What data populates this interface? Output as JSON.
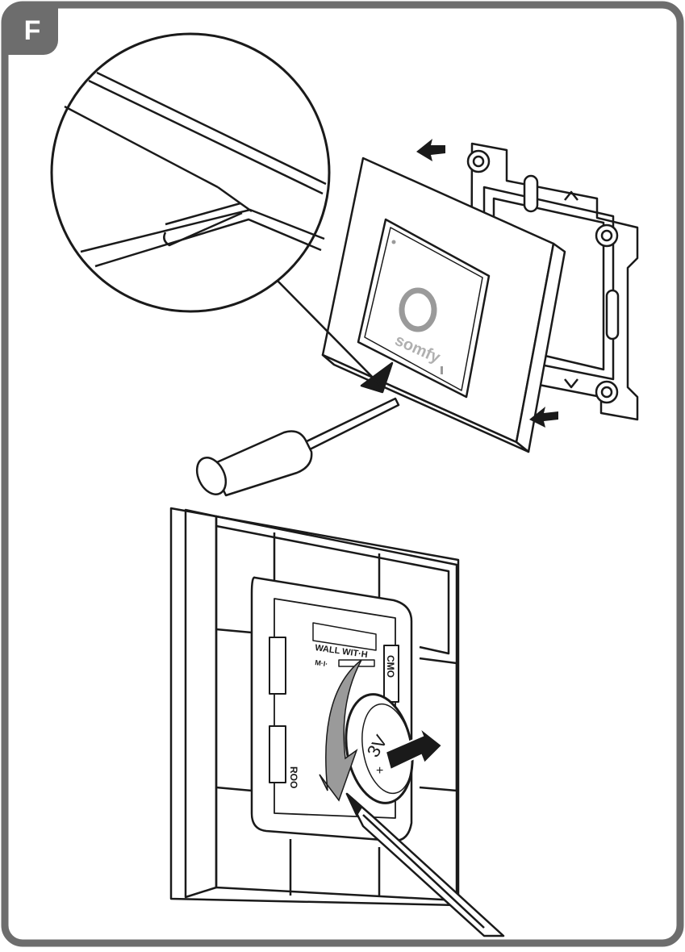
{
  "step": {
    "label": "F"
  },
  "device": {
    "brand": "somfy",
    "battery_voltage": "3V",
    "battery_polarity": "+",
    "sticker_line1": "WALL WIT·H",
    "sticker_line2": "M·I·",
    "side_label_1": "CMO",
    "side_label_2": "ROO"
  },
  "colors": {
    "frame": "#6d6d6d",
    "line": "#1a1a1a",
    "arrow": "#1a1a1a",
    "highlight_gray": "#9a9a9a"
  }
}
